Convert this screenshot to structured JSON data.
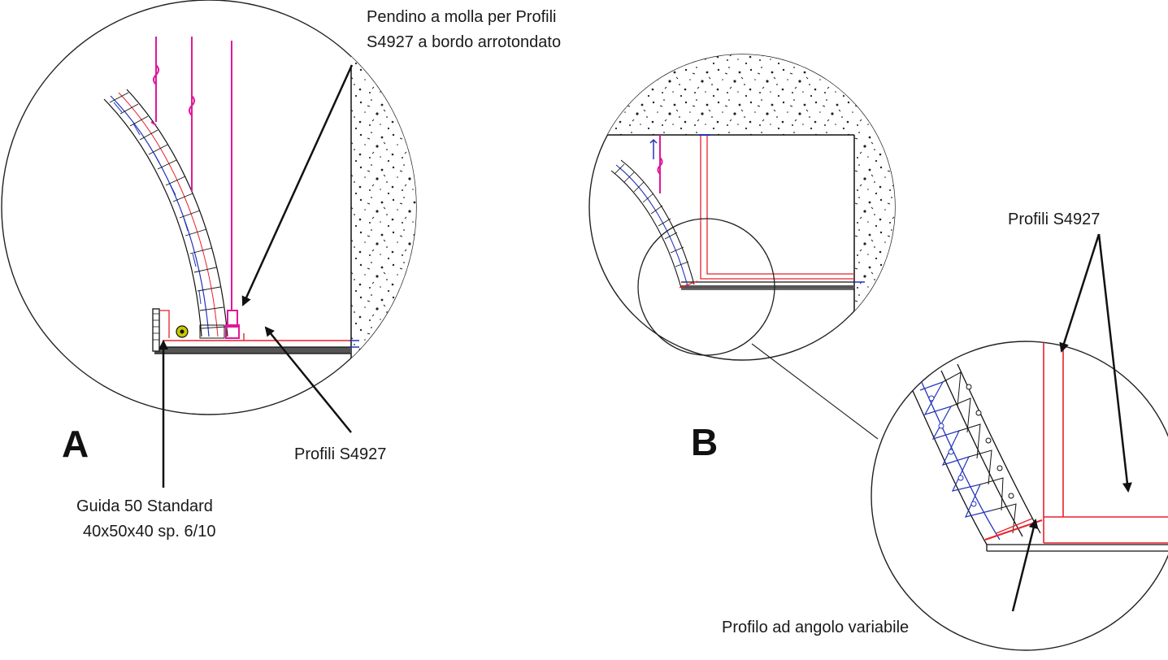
{
  "detail_a": {
    "letter": "A",
    "callout_pendino_line1": "Pendino a molla per Profili",
    "callout_pendino_line2": "S4927 a bordo arrotondato",
    "callout_profili": "Profili S4927",
    "callout_guida_line1": "Guida 50 Standard",
    "callout_guida_line2": "40x50x40 sp. 6/10"
  },
  "detail_b": {
    "letter": "B",
    "callout_profili": "Profili S4927",
    "callout_profilo_angolo": "Profilo ad angolo variabile"
  },
  "colors": {
    "outline": "#111111",
    "hanger": "#e0189a",
    "profile": "#e8202a",
    "structure": "#2233bb",
    "guide_mark": "#c8c800"
  }
}
